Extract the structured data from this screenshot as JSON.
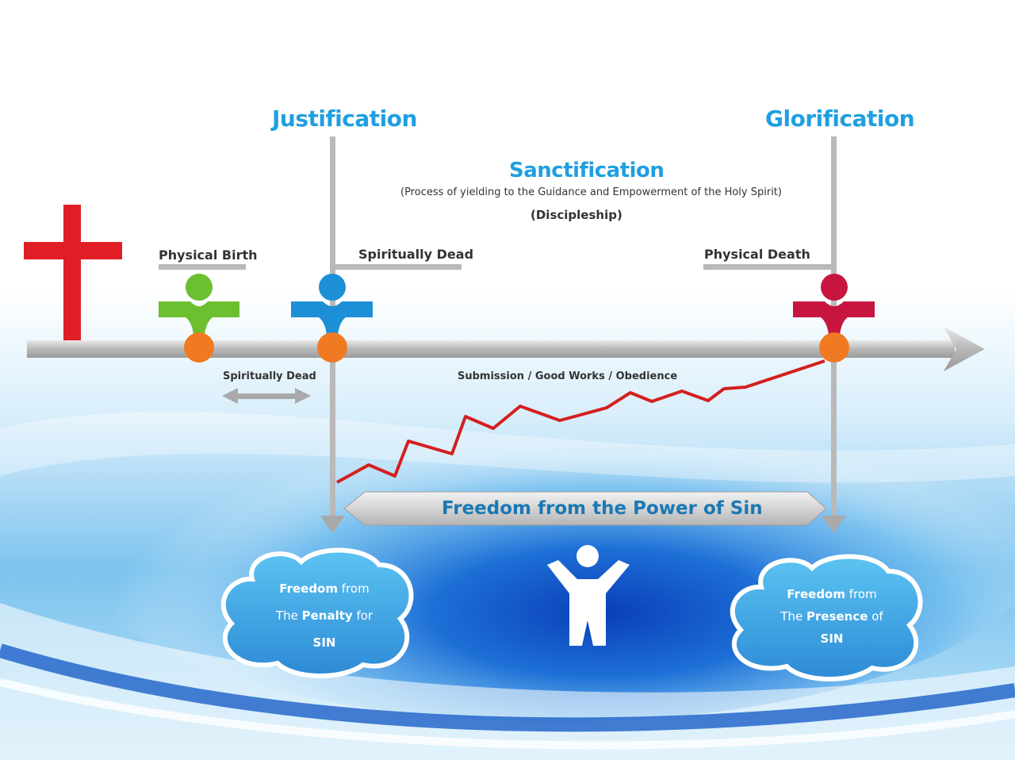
{
  "stages": {
    "justification": "Justification",
    "sanctification": "Sanctification",
    "glorification": "Glorification"
  },
  "sanctification_subtitle": "(Process of yielding to the Guidance and Empowerment of the Holy Spirit)",
  "sanctification_note": "(Discipleship)",
  "milestones": {
    "physical_birth": "Physical Birth",
    "spiritually_dead_top": "Spiritually Dead",
    "physical_death": "Physical Death"
  },
  "below_timeline": {
    "spiritually_dead": "Spiritually Dead",
    "progress": "Submission / Good Works / Obedience"
  },
  "power_banner": "Freedom from the Power of Sin",
  "cloud_left": {
    "w1": "Freedom",
    "w2": "from",
    "w3": "The",
    "w4": "Penalty",
    "w5": "for",
    "w6": "SIN"
  },
  "cloud_right": {
    "w1": "Freedom",
    "w2": "from",
    "w3": "The",
    "w4": "Presence",
    "w5": "of",
    "w6": "SIN"
  },
  "colors": {
    "title_blue": "#1f9fe0",
    "cross_red": "#e01e26",
    "figure_green": "#6cbf2e",
    "figure_blue": "#1d8fd6",
    "figure_red": "#c81540",
    "node_orange": "#f07a22",
    "growth_line": "#d41f1f"
  }
}
